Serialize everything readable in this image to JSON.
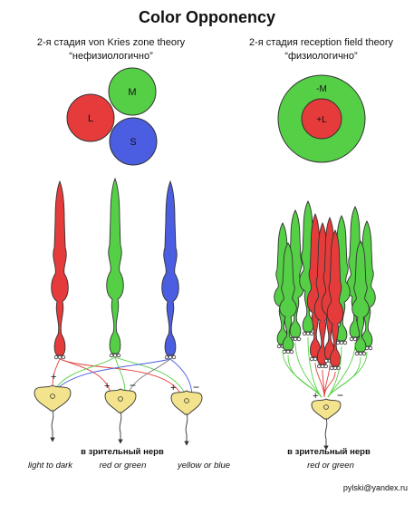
{
  "title": "Color Opponency",
  "left": {
    "heading_line1": "2-я стадия von Kries zone theory",
    "heading_line2": "“нефизиологично”",
    "circles": {
      "l": "L",
      "m": "M",
      "s": "S"
    },
    "nerve_label": "в зрительный нерв",
    "channels": [
      "light to dark",
      "red or green",
      "yellow or blue"
    ]
  },
  "right": {
    "heading_line1": "2-я стадия reception field theory",
    "heading_line2": "“физиологично”",
    "surround_label": "-M",
    "center_label": "+L",
    "nerve_label": "в зрительный нерв",
    "channel": "red or green"
  },
  "signs": {
    "plus": "+",
    "minus": "−"
  },
  "credit": "pylski@yandex.ru",
  "colors": {
    "red": "#e53b3b",
    "green": "#55d046",
    "blue": "#4b5de0",
    "ganglion": "#f2e38c",
    "outline": "#333333"
  }
}
